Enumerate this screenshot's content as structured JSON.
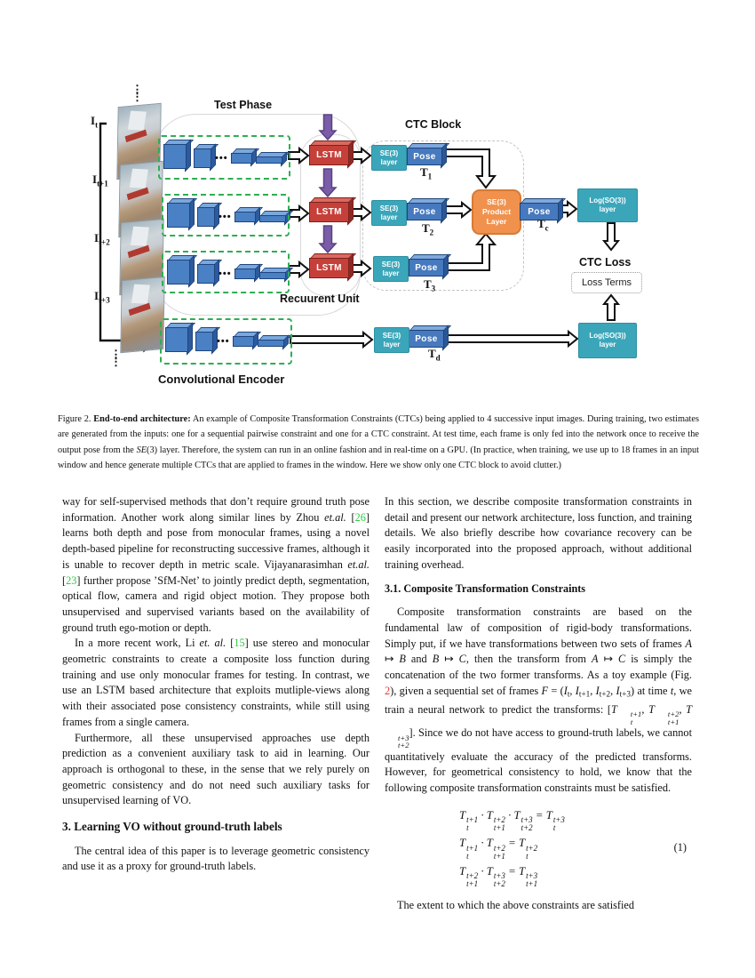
{
  "figure": {
    "labels": {
      "test_phase": "Test Phase",
      "ctc_block": "CTC Block",
      "recurrent_unit": "Recuurent Unit",
      "conv_encoder": "Convolutional Encoder",
      "ctc_loss": "CTC Loss",
      "loss_terms": "Loss Terms",
      "lstm": "LSTM",
      "se3_l1": "SE(3)",
      "se3_l2": "layer",
      "pose": "Pose",
      "product_l1": "SE(3)",
      "product_l2": "Product",
      "product_l3": "Layer",
      "log_l1": "Log(SO(3))",
      "log_l2": "layer",
      "encoder_dots": "•••",
      "vertical_dots": "⋮"
    },
    "t_labels": [
      {
        "base": "T",
        "sub": "1"
      },
      {
        "base": "T",
        "sub": "2"
      },
      {
        "base": "T",
        "sub": "3"
      },
      {
        "base": "T",
        "sub": "c"
      },
      {
        "base": "T",
        "sub": "d"
      }
    ],
    "input_labels": [
      {
        "base": "I",
        "sub": "t"
      },
      {
        "base": "I",
        "sub": "t+1"
      },
      {
        "base": "I",
        "sub": "t+2"
      },
      {
        "base": "I",
        "sub": "t+3"
      }
    ],
    "colors": {
      "teal": "#3ba6ba",
      "orange": "#f0924e",
      "blue": "#4a80c4",
      "red": "#c6403a",
      "purple": "#7a5ca8",
      "green_dashed": "#2fae53",
      "cite_green": "#2ecc40",
      "figref_red": "#e8392e"
    }
  },
  "caption": {
    "segments": [
      "Figure 2. ",
      {
        "style": "b",
        "text": "End-to-end architecture:"
      },
      " An example of Composite Transformation Constraints (CTCs) being applied to 4 successive input images. During training, two estimates are generated from the inputs: one for a sequential pairwise constraint and one for a CTC constraint. At test time, each frame is only fed into the network once to receive the output pose from the ",
      {
        "style": "math",
        "text": "SE"
      },
      "(3) layer. Therefore, the system can run in an online fashion and in real-time on a GPU. (In practice, when training, we use up to 18 frames in an input window and hence generate multiple CTCs that are applied to frames in the window. Here we show only one CTC block to avoid clutter.)"
    ]
  },
  "columns": {
    "left": [
      {
        "type": "para",
        "indent": false,
        "segments": [
          "way for self-supervised methods that don’t require ground truth pose information.  Another work along similar lines by Zhou ",
          {
            "style": "i",
            "text": "et.al."
          },
          " [",
          {
            "style": "cite",
            "text": "26"
          },
          "] learns both depth and pose from monocular frames, using a novel depth-based pipeline for reconstructing successive frames, although it is unable to recover depth in metric scale.  Vijayanarasimhan ",
          {
            "style": "i",
            "text": "et.al."
          },
          " [",
          {
            "style": "cite",
            "text": "23"
          },
          "] further propose ’SfM-Net’ to jointly predict depth, segmentation, optical flow, camera and rigid object motion.  They propose both unsupervised and supervised variants based on the availability of ground truth ego-motion or depth."
        ]
      },
      {
        "type": "para",
        "indent": true,
        "segments": [
          "In a more recent work, Li ",
          {
            "style": "i",
            "text": "et. al."
          },
          " [",
          {
            "style": "cite",
            "text": "15"
          },
          "] use stereo and monocular geometric constraints to create a composite loss function during training and use only monocular frames for testing.  In contrast, we use an LSTM based architecture that exploits mutliple-views along with their associated pose consistency constraints, while still using frames from a single camera."
        ]
      },
      {
        "type": "para",
        "indent": true,
        "segments": [
          "Furthermore, all these unsupervised approaches use depth prediction as a convenient auxiliary task to aid in learning.  Our approach is orthogonal to these, in the sense that we rely purely on geometric consistency and do not need such auxiliary tasks for unsupervised learning of VO."
        ]
      },
      {
        "type": "heading",
        "level": "sec",
        "segments": [
          "3. Learning VO without ground-truth labels"
        ]
      },
      {
        "type": "para",
        "indent": true,
        "segments": [
          "The central idea of this paper is to leverage geometric consistency and use it as a proxy for ground-truth labels."
        ]
      }
    ],
    "right": [
      {
        "type": "para",
        "indent": false,
        "segments": [
          "In this section, we describe composite transformation constraints in detail and present our network architecture, loss function, and training details.  We also briefly describe how covariance recovery can be easily incorporated into the proposed approach, without additional training overhead."
        ]
      },
      {
        "type": "heading",
        "level": "subsec",
        "segments": [
          "3.1. Composite Transformation Constraints"
        ]
      },
      {
        "type": "para",
        "indent": true,
        "segments": [
          "Composite transformation constraints are based on the fundamental law of composition of rigid-body transformations.  Simply put, if we have transformations between two sets of frames ",
          {
            "style": "math",
            "text": "A"
          },
          " ↦ ",
          {
            "style": "math",
            "text": "B"
          },
          " and ",
          {
            "style": "math",
            "text": "B"
          },
          " ↦ ",
          {
            "style": "math",
            "text": "C"
          },
          ", then the transform from ",
          {
            "style": "math",
            "text": "A"
          },
          " ↦ ",
          {
            "style": "math",
            "text": "C"
          },
          " is simply the concatenation of the two former transforms.  As a toy example (Fig. ",
          {
            "style": "figref",
            "text": "2"
          },
          "), given a sequential set of frames ",
          {
            "style": "math",
            "text": "F"
          },
          " = (",
          {
            "style": "math",
            "text": "I"
          },
          {
            "style": "sub",
            "text": "t"
          },
          ", ",
          {
            "style": "math",
            "text": "I"
          },
          {
            "style": "sub",
            "text": "t+1"
          },
          ", ",
          {
            "style": "math",
            "text": "I"
          },
          {
            "style": "sub",
            "text": "t+2"
          },
          ", ",
          {
            "style": "math",
            "text": "I"
          },
          {
            "style": "sub",
            "text": "t+3"
          },
          ") at time ",
          {
            "style": "math",
            "text": "t"
          },
          ", we train a neural network to predict the transforms: [",
          {
            "style": "math",
            "text": "T"
          },
          {
            "style": "supsub",
            "sup": "t+1",
            "sub": "t"
          },
          ", ",
          {
            "style": "math",
            "text": "T"
          },
          {
            "style": "supsub",
            "sup": "t+2",
            "sub": "t+1"
          },
          ", ",
          {
            "style": "math",
            "text": "T"
          },
          {
            "style": "supsub",
            "sup": "t+3",
            "sub": "t+2"
          },
          "]. Since we do not have access to ground-truth labels, we cannot quantitatively evaluate the accuracy of the predicted transforms.  However, for geometrical consistency to hold, we know that the following composite transformation constraints must be satisfied."
        ]
      },
      {
        "type": "equation",
        "number": "(1)",
        "lines": [
          [
            {
              "style": "math",
              "text": "T"
            },
            {
              "style": "supsub",
              "sup": "t+1",
              "sub": "t"
            },
            " · ",
            {
              "style": "math",
              "text": "T"
            },
            {
              "style": "supsub",
              "sup": "t+2",
              "sub": "t+1"
            },
            " · ",
            {
              "style": "math",
              "text": "T"
            },
            {
              "style": "supsub",
              "sup": "t+3",
              "sub": "t+2"
            },
            " = ",
            {
              "style": "math",
              "text": "T"
            },
            {
              "style": "supsub",
              "sup": "t+3",
              "sub": "t"
            }
          ],
          [
            {
              "style": "math",
              "text": "T"
            },
            {
              "style": "supsub",
              "sup": "t+1",
              "sub": "t"
            },
            " · ",
            {
              "style": "math",
              "text": "T"
            },
            {
              "style": "supsub",
              "sup": "t+2",
              "sub": "t+1"
            },
            " = ",
            {
              "style": "math",
              "text": "T"
            },
            {
              "style": "supsub",
              "sup": "t+2",
              "sub": "t"
            }
          ],
          [
            {
              "style": "math",
              "text": "T"
            },
            {
              "style": "supsub",
              "sup": "t+2",
              "sub": "t+1"
            },
            " · ",
            {
              "style": "math",
              "text": "T"
            },
            {
              "style": "supsub",
              "sup": "t+3",
              "sub": "t+2"
            },
            " = ",
            {
              "style": "math",
              "text": "T"
            },
            {
              "style": "supsub",
              "sup": "t+3",
              "sub": "t+1"
            }
          ]
        ]
      },
      {
        "type": "para",
        "indent": true,
        "segments": [
          "The extent to which the above constraints are satisfied"
        ]
      }
    ]
  }
}
